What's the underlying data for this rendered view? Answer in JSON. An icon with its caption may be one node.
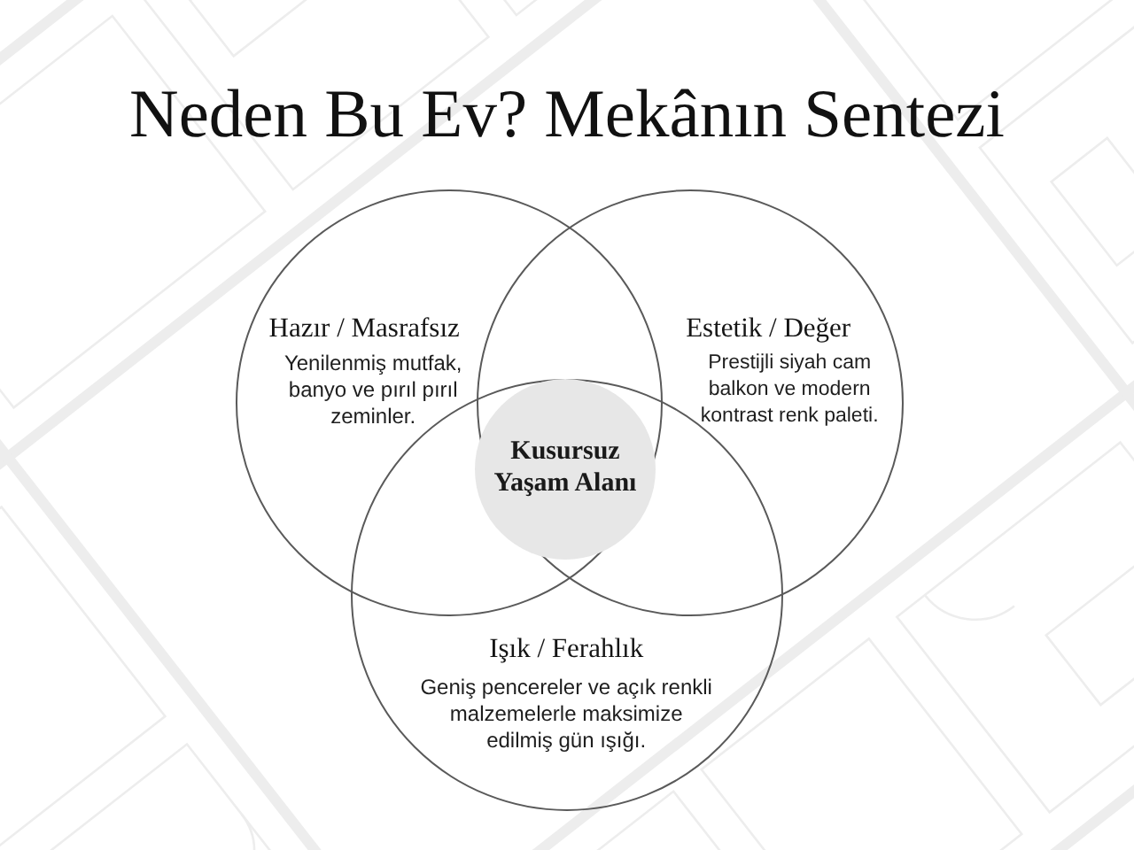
{
  "diagram": {
    "title": "Neden Bu Ev? Mekânın Sentezi",
    "nodes": [
      {
        "text": [
          "Hazır / Masrafsız",
          "Yenilenmiş mutfak, banyo ve pırıl pırıl zeminler."
        ]
      },
      {
        "text": [
          "Estetik / Değer",
          "Prestijli siyah cam balkon ve modern kontrast renk paleti."
        ]
      },
      {
        "text": [
          "Işık / Ferahlık",
          "Geniş pencereler ve açık renkli malzemelerle maksimize edilmiş gün ışığı."
        ]
      },
      {
        "text": [
          "Kusursuz Yaşam Alanı"
        ]
      }
    ]
  }
}
